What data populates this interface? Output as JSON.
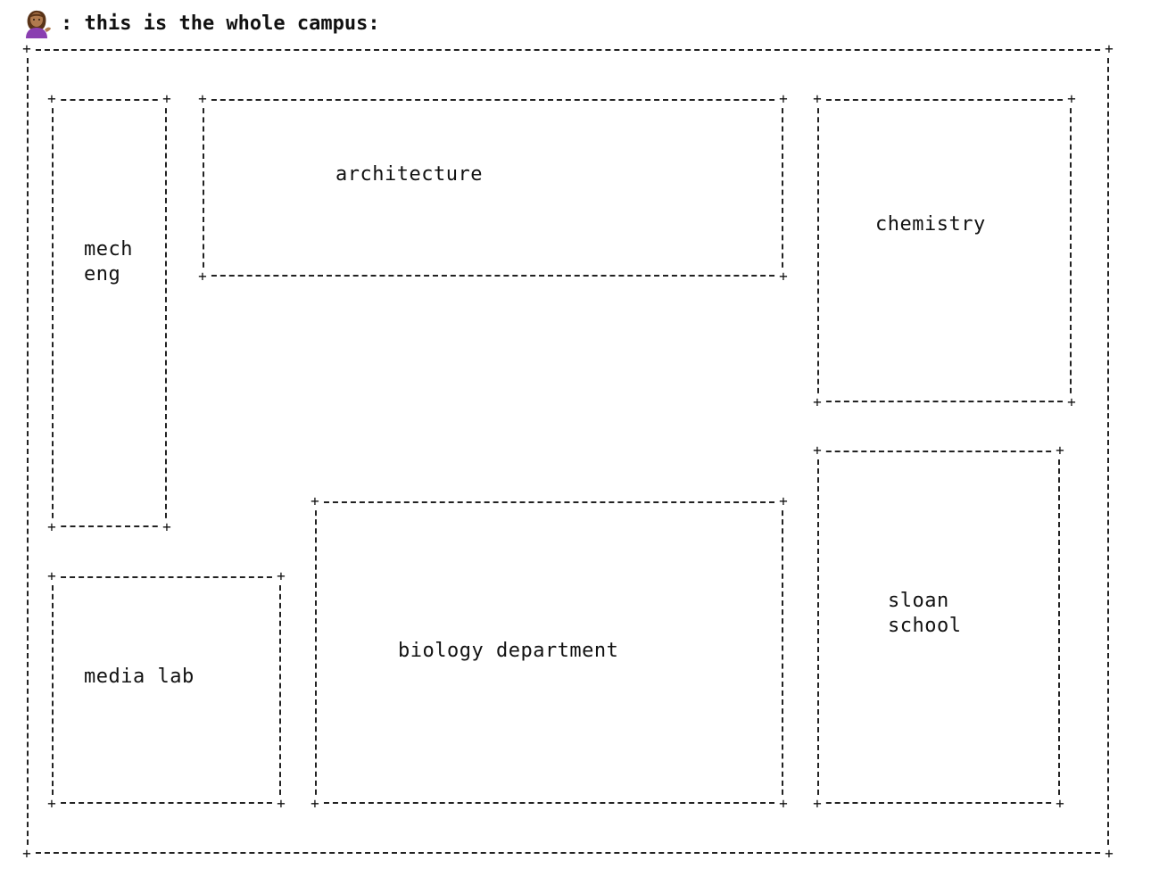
{
  "header": {
    "icon": "person-tipping-hand-icon",
    "text": ": this is the whole campus:"
  },
  "campus": {
    "buildings": {
      "mech_eng": {
        "line1": "mech",
        "line2": "eng"
      },
      "architecture": {
        "label": "architecture"
      },
      "chemistry": {
        "label": "chemistry"
      },
      "media_lab": {
        "label": "media lab"
      },
      "biology": {
        "label": "biology department"
      },
      "sloan": {
        "line1": "sloan",
        "line2": "school"
      }
    }
  }
}
